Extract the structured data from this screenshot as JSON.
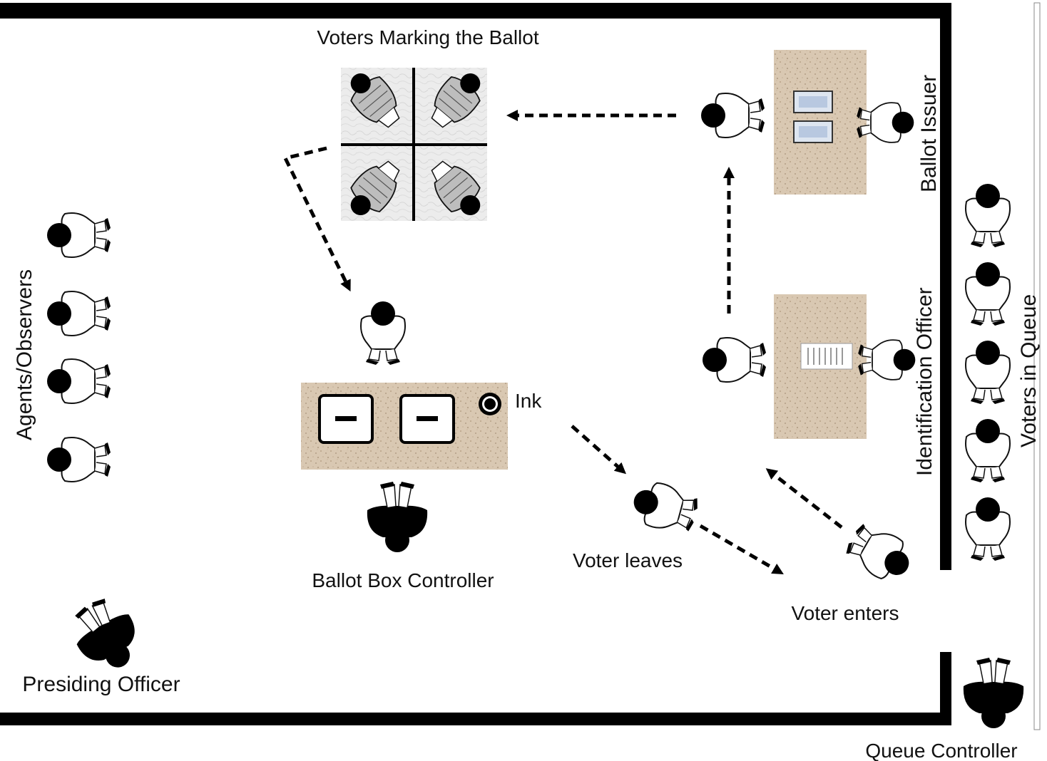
{
  "labels": {
    "voters_marking": "Voters Marking the Ballot",
    "ballot_issuer": "Ballot Issuer",
    "identification_officer": "Identification Officer",
    "voters_in_queue": "Voters in Queue",
    "agents_observers": "Agents/Observers",
    "ink": "Ink",
    "ballot_box_controller": "Ballot Box Controller",
    "voter_leaves": "Voter leaves",
    "voter_enters": "Voter enters",
    "presiding_officer": "Presiding Officer",
    "queue_controller": "Queue Controller"
  },
  "colors": {
    "wall": "#000000",
    "table": "#d7c6b0",
    "booth": "#ebebeb",
    "figure_outline": "#111111",
    "figure_fill": "#ffffff"
  }
}
